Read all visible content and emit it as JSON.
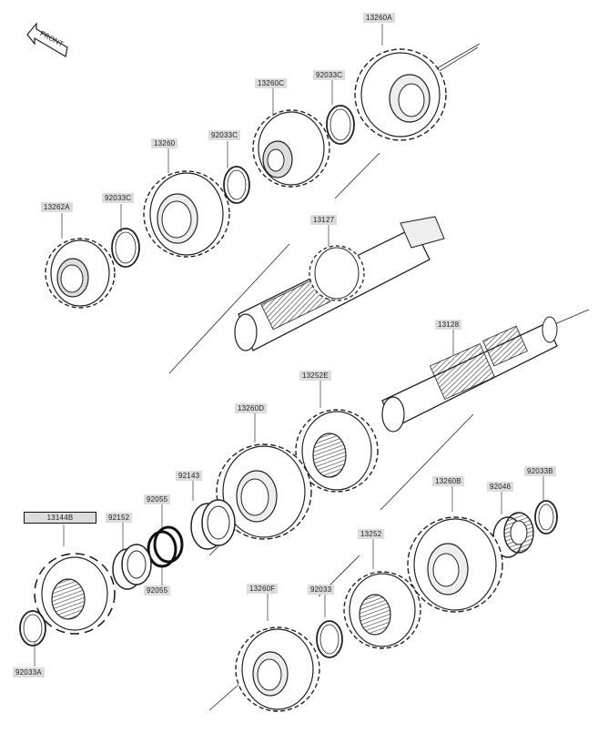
{
  "diagram": {
    "front_label": "FRONT",
    "parts": [
      {
        "id": "p13260A",
        "label": "13260A"
      },
      {
        "id": "p92033C_a",
        "label": "92033C"
      },
      {
        "id": "p13260C",
        "label": "13260C"
      },
      {
        "id": "p92033C_b",
        "label": "92033C"
      },
      {
        "id": "p13260",
        "label": "13260"
      },
      {
        "id": "p92033C_c",
        "label": "92033C"
      },
      {
        "id": "p13262A",
        "label": "13262A"
      },
      {
        "id": "p13127",
        "label": "13127"
      },
      {
        "id": "p13128",
        "label": "13128"
      },
      {
        "id": "p13252E",
        "label": "13252E"
      },
      {
        "id": "p13260D",
        "label": "13260D"
      },
      {
        "id": "p92143",
        "label": "92143"
      },
      {
        "id": "p92055_a",
        "label": "92055"
      },
      {
        "id": "p92055_b",
        "label": "92055"
      },
      {
        "id": "p92152",
        "label": "92152"
      },
      {
        "id": "p13144B",
        "label": "13144B"
      },
      {
        "id": "p92033A",
        "label": "92033A"
      },
      {
        "id": "p13260B",
        "label": "13260B"
      },
      {
        "id": "p92046",
        "label": "92046"
      },
      {
        "id": "p92033B",
        "label": "92033B"
      },
      {
        "id": "p13252",
        "label": "13252"
      },
      {
        "id": "p92033",
        "label": "92033"
      },
      {
        "id": "p13260F",
        "label": "13260F"
      }
    ]
  }
}
